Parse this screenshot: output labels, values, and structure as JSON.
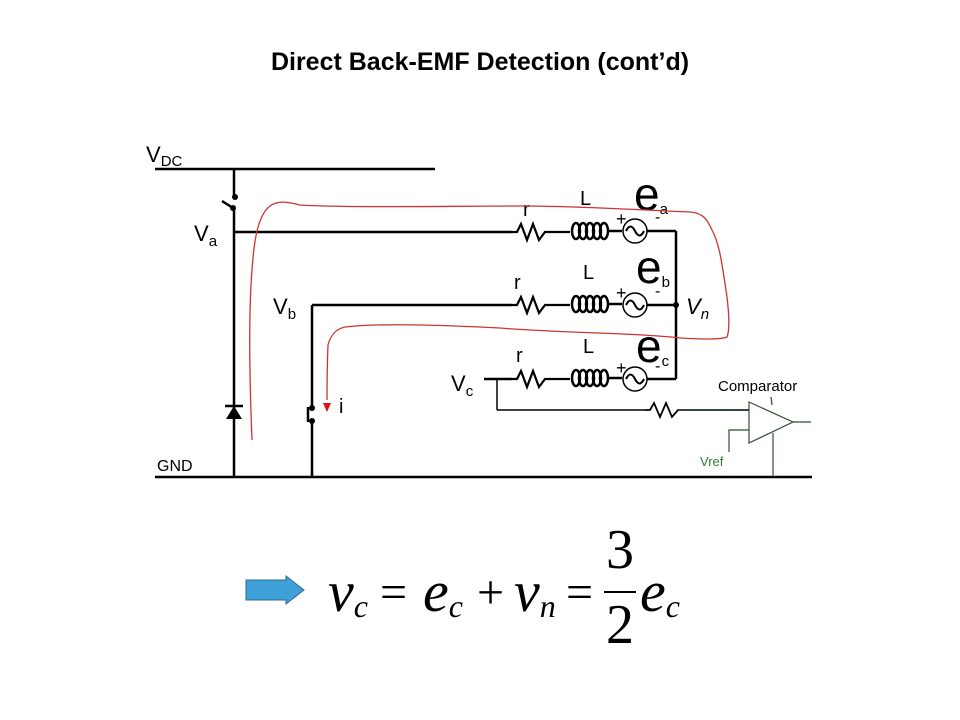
{
  "slide": {
    "title": "Direct Back-EMF Detection (cont’d)"
  },
  "circuit": {
    "supply_label": {
      "main": "V",
      "sub": "DC"
    },
    "ground_label": "GND",
    "phase_nodes": [
      {
        "main": "V",
        "sub": "a"
      },
      {
        "main": "V",
        "sub": "b"
      },
      {
        "main": "V",
        "sub": "c"
      }
    ],
    "branches": [
      {
        "resistor": "r",
        "inductor": "L",
        "emf": {
          "main": "e",
          "sub": "a"
        },
        "plus": "+",
        "minus": "-"
      },
      {
        "resistor": "r",
        "inductor": "L",
        "emf": {
          "main": "e",
          "sub": "b"
        },
        "plus": "+",
        "minus": "-"
      },
      {
        "resistor": "r",
        "inductor": "L",
        "emf": {
          "main": "e",
          "sub": "c"
        },
        "plus": "+",
        "minus": "-"
      }
    ],
    "neutral_label": {
      "main": "V",
      "sub": "n"
    },
    "current_label": "i",
    "comparator_label": "Comparator",
    "vref_label": "Vref",
    "colors": {
      "wire": "#000000",
      "current_path": "#cc3333",
      "current_arrow": "#dd1111",
      "comparator": "#2f4f2f",
      "vref_text": "#2e7d32"
    }
  },
  "equation": {
    "arrow_color": "#3fa0d8",
    "lhs": {
      "main": "v",
      "sub": "c"
    },
    "eq1": "=",
    "term1": {
      "main": "e",
      "sub": "c"
    },
    "plus": "+",
    "term2": {
      "main": "v",
      "sub": "n"
    },
    "eq2": "=",
    "fraction": {
      "numerator": "3",
      "denominator": "2"
    },
    "term3": {
      "main": "e",
      "sub": "c"
    }
  }
}
